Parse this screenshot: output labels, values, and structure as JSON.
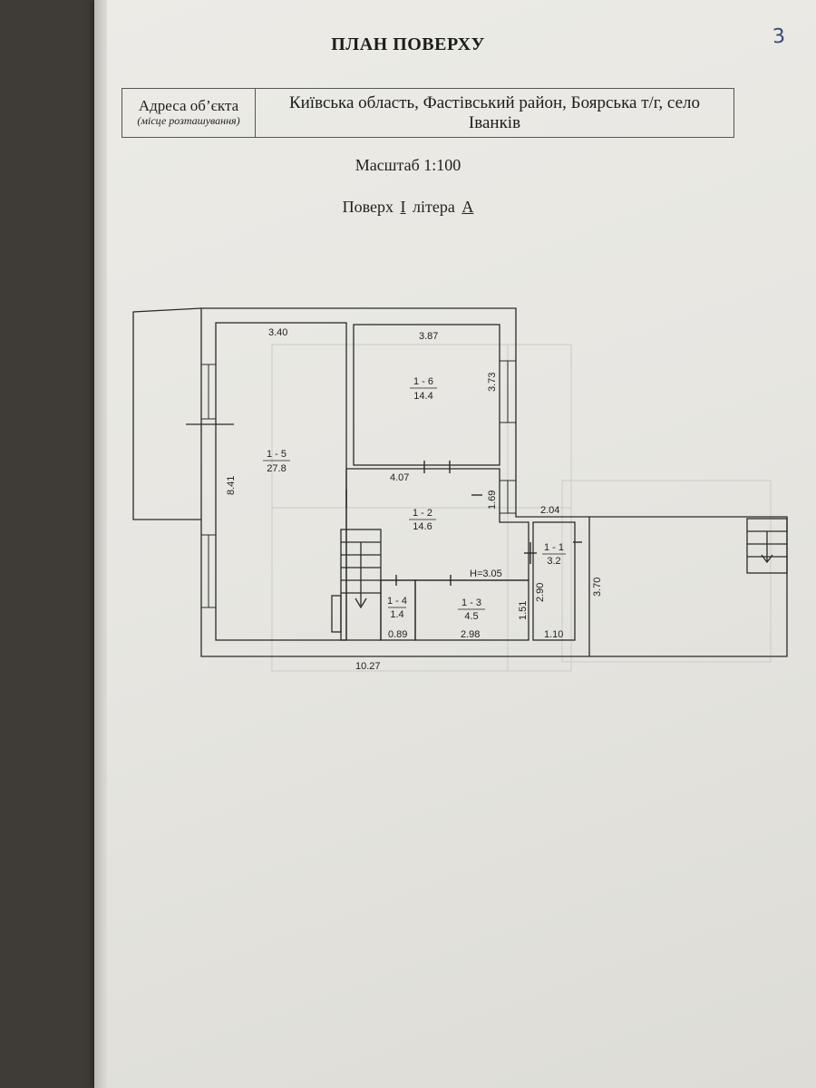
{
  "page_number": "3",
  "title": "ПЛАН ПОВЕРХУ",
  "address": {
    "label": "Адреса об’єкта",
    "sublabel": "(місце розташування)",
    "value": "Київська область, Фастівський район, Боярська т/г, село Іванків"
  },
  "scale": "Масштаб 1:100",
  "floor": {
    "prefix": "Поверх",
    "number": "I",
    "middle": "літера",
    "letter": "А"
  },
  "rooms": [
    {
      "id": "1 - 5",
      "area": "27.8"
    },
    {
      "id": "1 - 6",
      "area": "14.4"
    },
    {
      "id": "1 - 2",
      "area": "14.6"
    },
    {
      "id": "1 - 1",
      "area": "3.2"
    },
    {
      "id": "1 - 4",
      "area": "1.4"
    },
    {
      "id": "1 - 3",
      "area": "4.5"
    }
  ],
  "dimensions": {
    "room5_width": "3.40",
    "room6_width": "3.87",
    "room6_height": "3.73",
    "room5_height": "8.41",
    "corridor_width": "4.07",
    "corridor_height": "1.69",
    "porch_width": "2.04",
    "ceiling_height": "H=3.05",
    "room1_height": "2.90",
    "porch_height": "3.70",
    "room3_height": "1.51",
    "room4_width": "0.89",
    "room3_width": "2.98",
    "room1_width": "1.10",
    "total_width": "10.27"
  }
}
